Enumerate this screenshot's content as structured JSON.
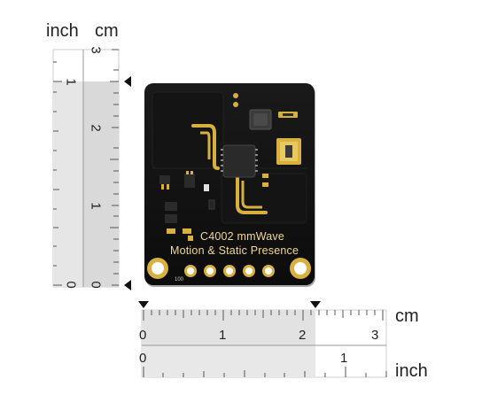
{
  "rulers": {
    "vertical": {
      "unit_left": "inch",
      "unit_right": "cm",
      "inch_ticks": [
        "1",
        "0"
      ],
      "cm_ticks": [
        "3",
        "2",
        "1",
        "0"
      ]
    },
    "horizontal": {
      "unit_top": "cm",
      "unit_bottom": "inch",
      "cm_ticks": [
        "0",
        "1",
        "2",
        "3"
      ],
      "inch_ticks": [
        "0",
        "1"
      ]
    }
  },
  "board": {
    "title_line1": "C4002 mmWave",
    "title_line2": "Motion & Static Presence",
    "silk_code": "100",
    "colors": {
      "pcb": "#121212",
      "gold": "#d8b040",
      "silk": "#f0d890"
    }
  }
}
